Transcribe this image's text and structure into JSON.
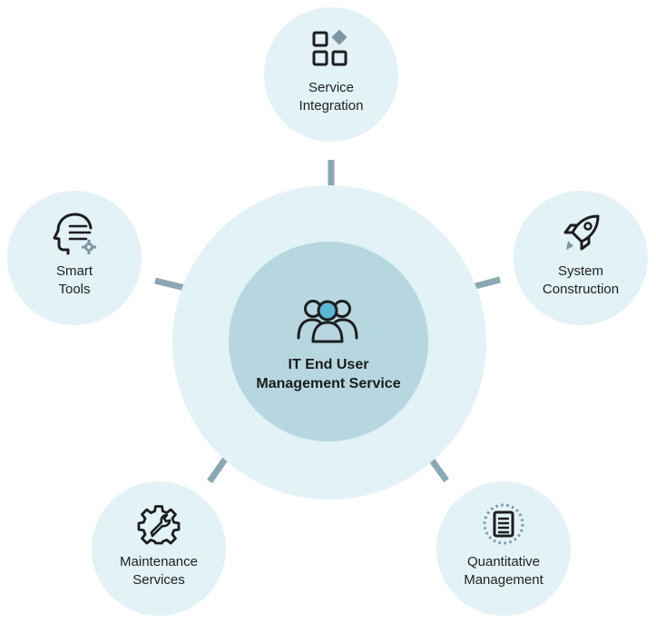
{
  "center": {
    "title_line1": "IT End User",
    "title_line2": "Management Service",
    "icon": "users-group-icon"
  },
  "nodes": [
    {
      "id": "service-integration",
      "line1": "Service",
      "line2": "Integration",
      "icon": "grid-blocks-icon"
    },
    {
      "id": "system-construction",
      "line1": "System",
      "line2": "Construction",
      "icon": "rocket-icon"
    },
    {
      "id": "smart-tools",
      "line1": "Smart",
      "line2": "Tools",
      "icon": "ai-head-gear-icon"
    },
    {
      "id": "maintenance-services",
      "line1": "Maintenance",
      "line2": "Services",
      "icon": "gear-wrench-icon"
    },
    {
      "id": "quantitative-management",
      "line1": "Quantitative",
      "line2": "Management",
      "icon": "document-list-icon"
    }
  ],
  "colors": {
    "outer_ring": "#e2f2f6",
    "center_fill": "#b6d7e0",
    "node_fill": "#e2f2f6",
    "connector": "#8aa7b3",
    "icon_stroke": "#1d1d1f",
    "icon_accent": "#7e97a3",
    "center_icon_accent": "#5ab7d6"
  }
}
